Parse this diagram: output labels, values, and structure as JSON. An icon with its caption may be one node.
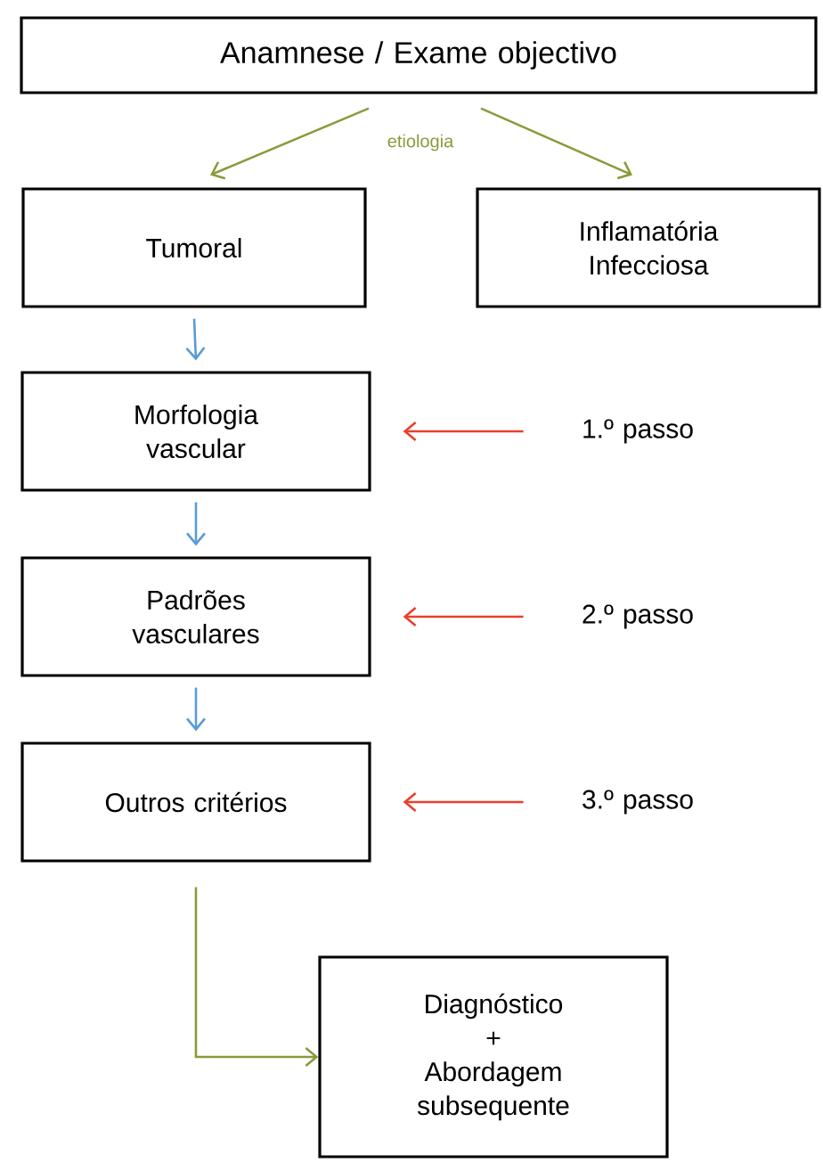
{
  "diagram": {
    "nodes": [
      {
        "text": [
          "Anamnese / Exame objectivo"
        ]
      },
      {
        "text": [
          "Tumoral"
        ]
      },
      {
        "text": [
          "Inflamatória Infecciosa"
        ]
      },
      {
        "text": [
          "Morfologia vascular"
        ]
      },
      {
        "text": [
          "Padrões vasculares"
        ]
      },
      {
        "text": [
          "Outros critérios"
        ]
      },
      {
        "text": [
          "Diagnóstico",
          "+",
          "Abordagem subsequente"
        ]
      },
      {
        "text": [
          "1.º passo"
        ]
      },
      {
        "text": [
          "2.º passo"
        ]
      },
      {
        "text": [
          "3.º passo"
        ]
      }
    ],
    "edges": [
      {
        "from": 0,
        "to": 1,
        "arrow": "to",
        "color": "#8a9a3c"
      },
      {
        "from": 0,
        "to": 2,
        "arrow": "to",
        "color": "#8a9a3c"
      },
      {
        "from": 1,
        "to": 3,
        "arrow": "to",
        "color": "#5b9bd5"
      },
      {
        "from": 3,
        "to": 4,
        "arrow": "to",
        "color": "#5b9bd5"
      },
      {
        "from": 4,
        "to": 5,
        "arrow": "to",
        "color": "#5b9bd5"
      },
      {
        "from": 7,
        "to": 3,
        "arrow": "to",
        "color": "#e8412c"
      },
      {
        "from": 8,
        "to": 4,
        "arrow": "to",
        "color": "#e8412c"
      },
      {
        "from": 9,
        "to": 5,
        "arrow": "to",
        "color": "#e8412c"
      },
      {
        "from": 5,
        "to": 6,
        "arrow": "to",
        "color": "#8a9a3c"
      }
    ],
    "labels": [
      "etiologia"
    ]
  }
}
